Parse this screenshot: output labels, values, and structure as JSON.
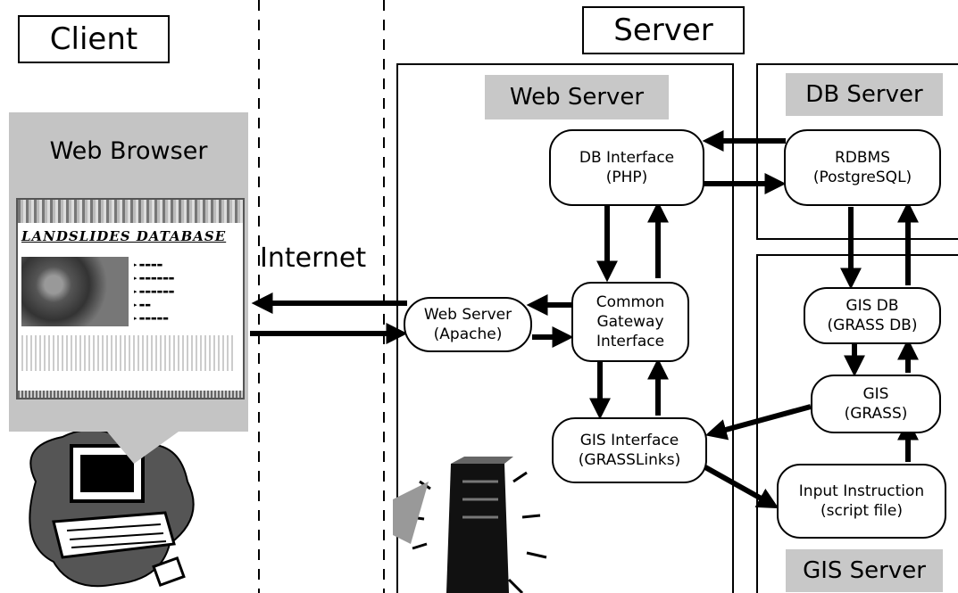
{
  "zones": {
    "client": "Client",
    "server": "Server",
    "internet": "Internet"
  },
  "containers": {
    "web_server": "Web Server",
    "db_server": "DB Server",
    "gis_server": "GIS Server",
    "web_browser": "Web Browser"
  },
  "nodes": {
    "db_interface": [
      "DB Interface",
      "(PHP)"
    ],
    "rdbms": [
      "RDBMS",
      "(PostgreSQL)"
    ],
    "cgi": [
      "Common",
      "Gateway",
      "Interface"
    ],
    "apache": [
      "Web Server",
      "(Apache)"
    ],
    "gis_db": [
      "GIS DB",
      "(GRASS DB)"
    ],
    "gis": [
      "GIS",
      "(GRASS)"
    ],
    "gis_interface": [
      "GIS Interface",
      "(GRASSLinks)"
    ],
    "input_instruction": [
      "Input Instruction",
      "(script file)"
    ]
  },
  "browser_page": {
    "title": "LANDSLIDES DATABASE"
  },
  "colors": {
    "panel_gray": "#c4c4c4",
    "line": "#000000"
  }
}
